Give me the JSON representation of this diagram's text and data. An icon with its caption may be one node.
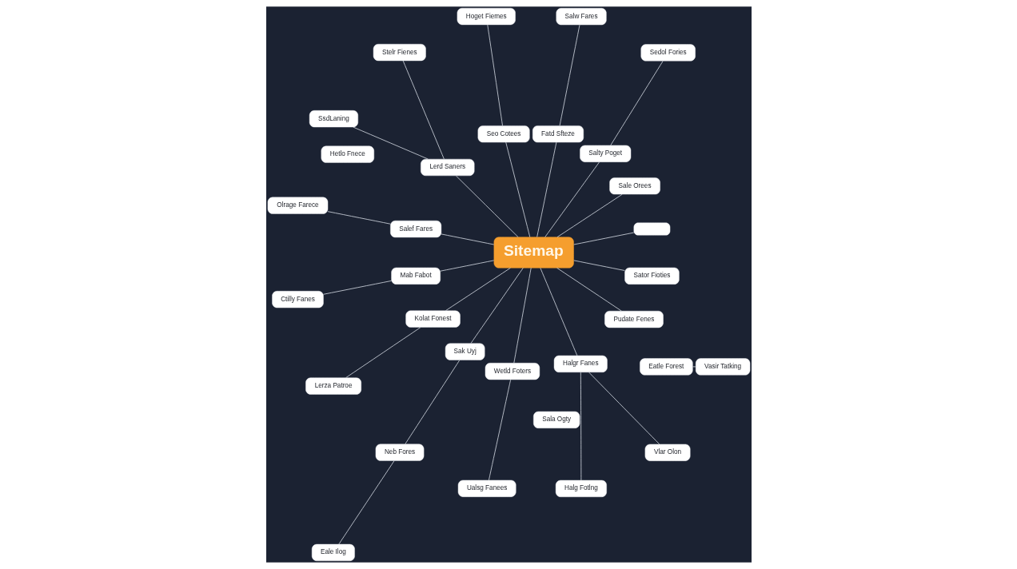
{
  "diagram": {
    "nodes": [
      {
        "text": [],
        "shape": "box"
      },
      {
        "text": [
          "Sedol Fories"
        ]
      },
      {
        "text": [
          "Salw Fares"
        ]
      },
      {
        "text": [
          "Sale Orees"
        ]
      },
      {
        "text": [
          "SsdLaning"
        ]
      },
      {
        "text": [
          "Hoget Fiemes"
        ]
      },
      {
        "text": [
          "Salty Poget"
        ]
      },
      {
        "text": [
          "Hetlo Fnece"
        ]
      },
      {
        "text": [
          "Fatd Sfteze"
        ]
      },
      {
        "text": [
          "Seo Cotees"
        ]
      },
      {
        "text": [
          "Stelr Fienes"
        ]
      },
      {
        "text": [
          "Olrage Farece"
        ]
      },
      {
        "text": [
          "Lerd Saners"
        ]
      },
      {
        "text": [
          "Salef Fares"
        ]
      },
      {
        "text": [
          "Ctilly Fanes"
        ]
      },
      {
        "text": [
          "Sitemap"
        ]
      },
      {
        "text": [
          "Mab Fabot"
        ]
      },
      {
        "text": [
          "Kolat Fonest"
        ]
      },
      {
        "text": [
          "Lerza Patroe"
        ]
      },
      {
        "text": [
          "Sak Uyj"
        ]
      },
      {
        "text": [
          "Vasir Tatking"
        ]
      },
      {
        "text": [
          "Eatle Forest"
        ]
      },
      {
        "text": [
          "Sala Ogty"
        ]
      },
      {
        "text": [
          "Wetld Foters"
        ]
      },
      {
        "text": [
          "Halgr Fanes"
        ]
      },
      {
        "text": [
          "Neb Fores"
        ]
      },
      {
        "text": [
          "Pudate Fenes"
        ]
      },
      {
        "text": [
          "Eale Ilog"
        ]
      },
      {
        "text": [
          "Ualsg Fanees"
        ]
      },
      {
        "text": [
          "Halg Fotlng"
        ]
      },
      {
        "text": [
          "Sator Fioties"
        ]
      },
      {
        "text": [
          "Vlar Olon"
        ]
      }
    ],
    "edges": [
      {
        "from": 15,
        "to": 0,
        "arrow": "none"
      },
      {
        "from": 15,
        "to": 3,
        "arrow": "none"
      },
      {
        "from": 15,
        "to": 6,
        "arrow": "none"
      },
      {
        "from": 15,
        "to": 8,
        "arrow": "none"
      },
      {
        "from": 15,
        "to": 9,
        "arrow": "none"
      },
      {
        "from": 15,
        "to": 12,
        "arrow": "none"
      },
      {
        "from": 15,
        "to": 13,
        "arrow": "none"
      },
      {
        "from": 15,
        "to": 16,
        "arrow": "none"
      },
      {
        "from": 15,
        "to": 17,
        "arrow": "none"
      },
      {
        "from": 15,
        "to": 19,
        "arrow": "none"
      },
      {
        "from": 15,
        "to": 23,
        "arrow": "none"
      },
      {
        "from": 15,
        "to": 24,
        "arrow": "none"
      },
      {
        "from": 15,
        "to": 26,
        "arrow": "none"
      },
      {
        "from": 15,
        "to": 30,
        "arrow": "none"
      },
      {
        "from": 1,
        "to": 6,
        "arrow": "none"
      },
      {
        "from": 2,
        "to": 8,
        "arrow": "none"
      },
      {
        "from": 5,
        "to": 9,
        "arrow": "none"
      },
      {
        "from": 4,
        "to": 12,
        "arrow": "none"
      },
      {
        "from": 12,
        "to": 10,
        "arrow": "none"
      },
      {
        "from": 11,
        "to": 13,
        "arrow": "none"
      },
      {
        "from": 14,
        "to": 16,
        "arrow": "none"
      },
      {
        "from": 18,
        "to": 17,
        "arrow": "none"
      },
      {
        "from": 19,
        "to": 25,
        "arrow": "none"
      },
      {
        "from": 20,
        "to": 21,
        "arrow": "none"
      },
      {
        "from": 25,
        "to": 27,
        "arrow": "none"
      },
      {
        "from": 23,
        "to": 28,
        "arrow": "none"
      },
      {
        "from": 24,
        "to": 31,
        "arrow": "none"
      },
      {
        "from": 24,
        "to": 29,
        "arrow": "none"
      }
    ]
  }
}
